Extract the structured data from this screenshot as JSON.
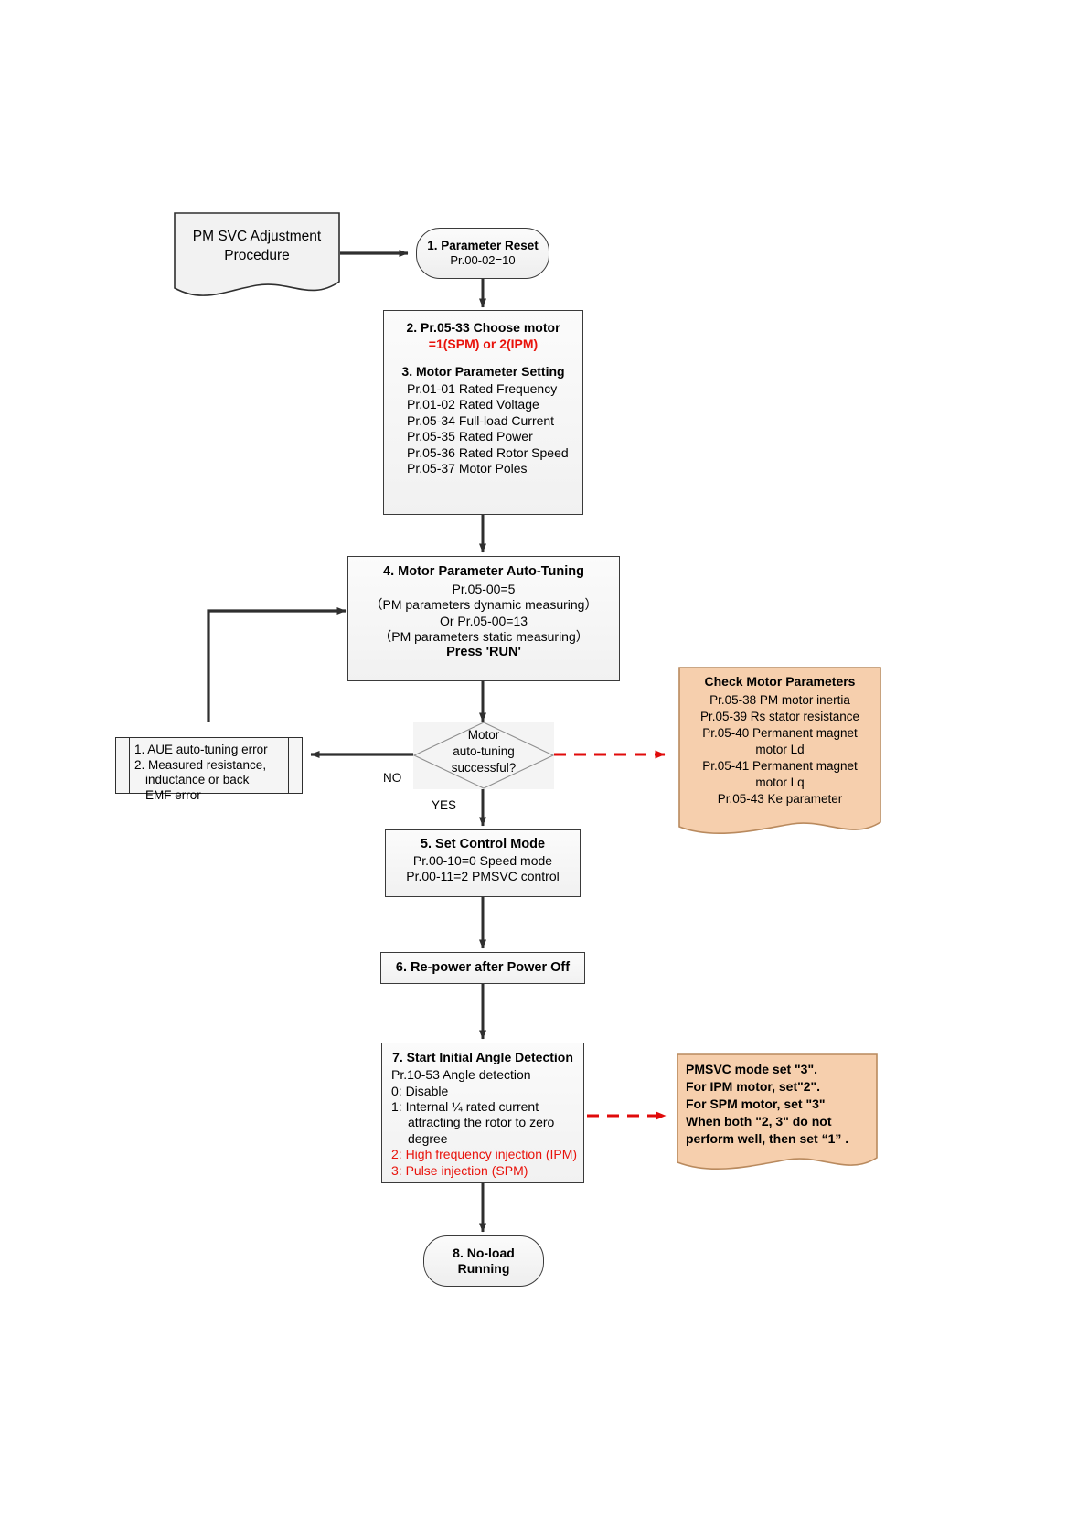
{
  "title": "PM SVC Adjustment Procedure flowchart",
  "colors": {
    "accent_red": "#e8120b",
    "note_fill": "#f6cfad",
    "note_border": "#b98a5e",
    "box_fill": "#f4f4f4",
    "box_border": "#3a3a3a",
    "arrow": "#2f2f2f"
  },
  "start": {
    "line1": "PM SVC Adjustment",
    "line2": "Procedure"
  },
  "step1": {
    "line1": "1. Parameter Reset",
    "line2": "Pr.00-02=10"
  },
  "step23": {
    "head1": "2. Pr.05-33 Choose motor",
    "head1_red": "=1(SPM) or 2(IPM)",
    "head2": "3. Motor Parameter Setting",
    "items": [
      "Pr.01-01 Rated Frequency",
      "Pr.01-02 Rated Voltage",
      "Pr.05-34 Full-load Current",
      "Pr.05-35 Rated Power",
      "Pr.05-36 Rated Rotor Speed",
      "Pr.05-37 Motor Poles"
    ]
  },
  "step4": {
    "head": "4. Motor Parameter Auto-Tuning",
    "l1": "Pr.05-00=5",
    "l2": "（PM parameters dynamic measuring）",
    "l3": "Or Pr.05-00=13",
    "l4": "（PM parameters static measuring）",
    "l5": "Press 'RUN'"
  },
  "decision": {
    "l1": "Motor",
    "l2": "auto-tuning",
    "l3": "successful?",
    "no_label": "NO",
    "yes_label": "YES"
  },
  "error_box": {
    "l1": "1. AUE auto-tuning error",
    "l2": "2. Measured resistance,",
    "l3": "inductance or back",
    "l4": "EMF error"
  },
  "check_note": {
    "title": "Check Motor Parameters",
    "items": [
      "Pr.05-38 PM motor inertia",
      "Pr.05-39 Rs stator resistance",
      "Pr.05-40 Permanent magnet",
      "motor Ld",
      "Pr.05-41 Permanent magnet",
      "motor Lq",
      "Pr.05-43 Ke parameter"
    ]
  },
  "step5": {
    "head": "5. Set Control Mode",
    "l1": "Pr.00-10=0 Speed mode",
    "l2": "Pr.00-11=2 PMSVC control"
  },
  "step6": {
    "head": "6. Re-power after Power Off"
  },
  "step7": {
    "head": "7. Start Initial Angle Detection",
    "l1": "Pr.10-53 Angle detection",
    "l2": "0: Disable",
    "l3": "1: Internal ¼ rated current",
    "l4": "attracting the rotor to zero",
    "l5": "degree",
    "l6_red": "2: High frequency injection (IPM)",
    "l7_red": "3: Pulse injection (SPM)"
  },
  "pmsvc_note": {
    "l1": "PMSVC mode set \"3\".",
    "l2": "For IPM motor, set\"2\".",
    "l3": "For SPM motor, set \"3\"",
    "l4": "When both \"2, 3\" do not",
    "l5": "perform well, then set  “1” ."
  },
  "step8": {
    "l1": "8. No-load",
    "l2": "Running"
  }
}
